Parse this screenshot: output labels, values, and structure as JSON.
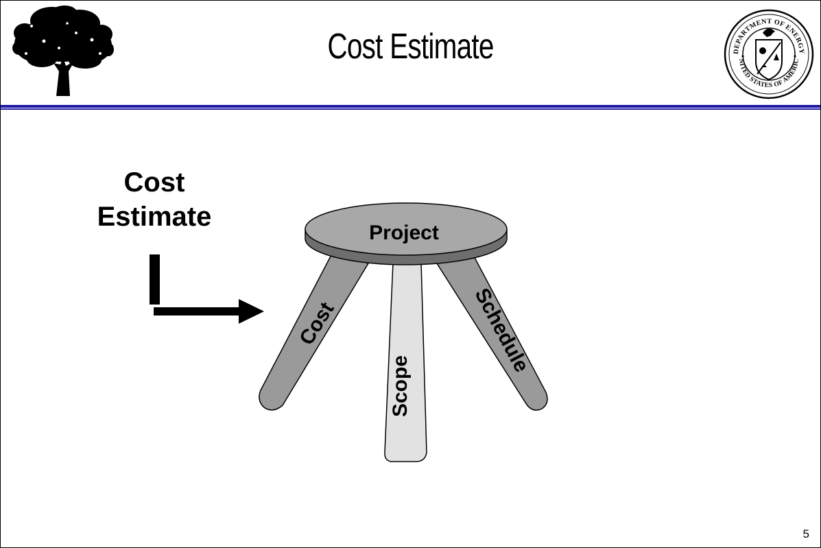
{
  "slide": {
    "title": "Cost Estimate",
    "page_number": "5"
  },
  "diagram": {
    "callout_label": "Cost\nEstimate",
    "seat_label": "Project",
    "legs": {
      "left": "Cost",
      "middle": "Scope",
      "right": "Schedule"
    }
  },
  "logos": {
    "left": "tree-icon",
    "right": "doe-seal",
    "seal_text_top": "DEPARTMENT OF ENERGY",
    "seal_text_bottom": "UNITED STATES OF AMERICA"
  },
  "colors": {
    "rule": "#1d17a8",
    "seat": "#a8a8a8",
    "legs_dark": "#9a9a9a",
    "leg_light": "#e2e2e2"
  }
}
